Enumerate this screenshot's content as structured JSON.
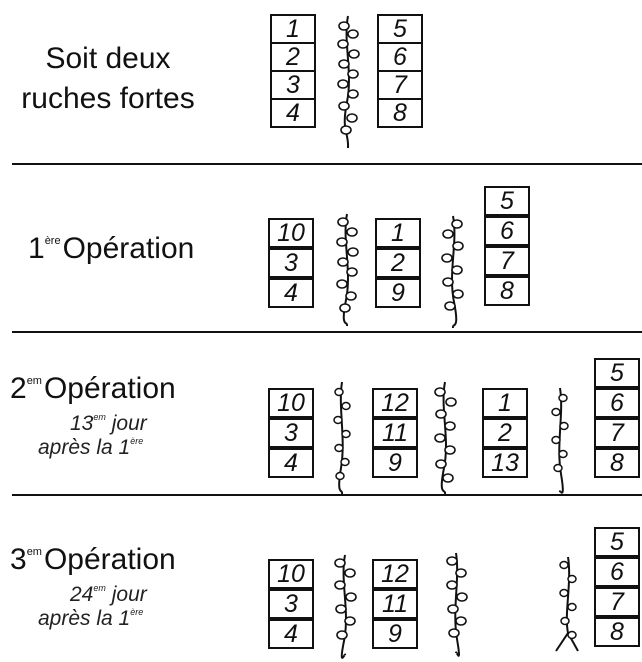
{
  "sections": [
    {
      "label_lines": [
        "Soit deux",
        "ruches fortes"
      ],
      "hives": [
        {
          "frames": [
            "1",
            "2",
            "3",
            "4"
          ]
        },
        {
          "frames": [
            "5",
            "6",
            "7",
            "8"
          ]
        }
      ]
    },
    {
      "label_ordinal": "1",
      "label_sup": "ère",
      "label_word": "Opération",
      "hives": [
        {
          "frames": [
            "10",
            "3",
            "4"
          ]
        },
        {
          "frames": [
            "1",
            "2",
            "9"
          ]
        },
        {
          "frames": [
            "5",
            "6",
            "7",
            "8"
          ]
        }
      ]
    },
    {
      "label_ordinal": "2",
      "label_sup": "em",
      "label_word": "Opération",
      "sub_line1_num": "13",
      "sub_line1_sup": "em",
      "sub_line1_word": "jour",
      "sub_line2": "après la 1",
      "sub_line2_sup": "ère",
      "hives": [
        {
          "frames": [
            "10",
            "3",
            "4"
          ]
        },
        {
          "frames": [
            "12",
            "11",
            "9"
          ]
        },
        {
          "frames": [
            "1",
            "2",
            "13"
          ]
        },
        {
          "frames": [
            "5",
            "6",
            "7",
            "8"
          ]
        }
      ]
    },
    {
      "label_ordinal": "3",
      "label_sup": "em",
      "label_word": "Opération",
      "sub_line1_num": "24",
      "sub_line1_sup": "em",
      "sub_line1_word": "jour",
      "sub_line2": "après la 1",
      "sub_line2_sup": "ère",
      "hives": [
        {
          "frames": [
            "10",
            "3",
            "4"
          ]
        },
        {
          "frames": [
            "12",
            "11",
            "9"
          ]
        },
        {
          "frames": [
            "5",
            "6",
            "7",
            "8"
          ]
        }
      ]
    }
  ]
}
